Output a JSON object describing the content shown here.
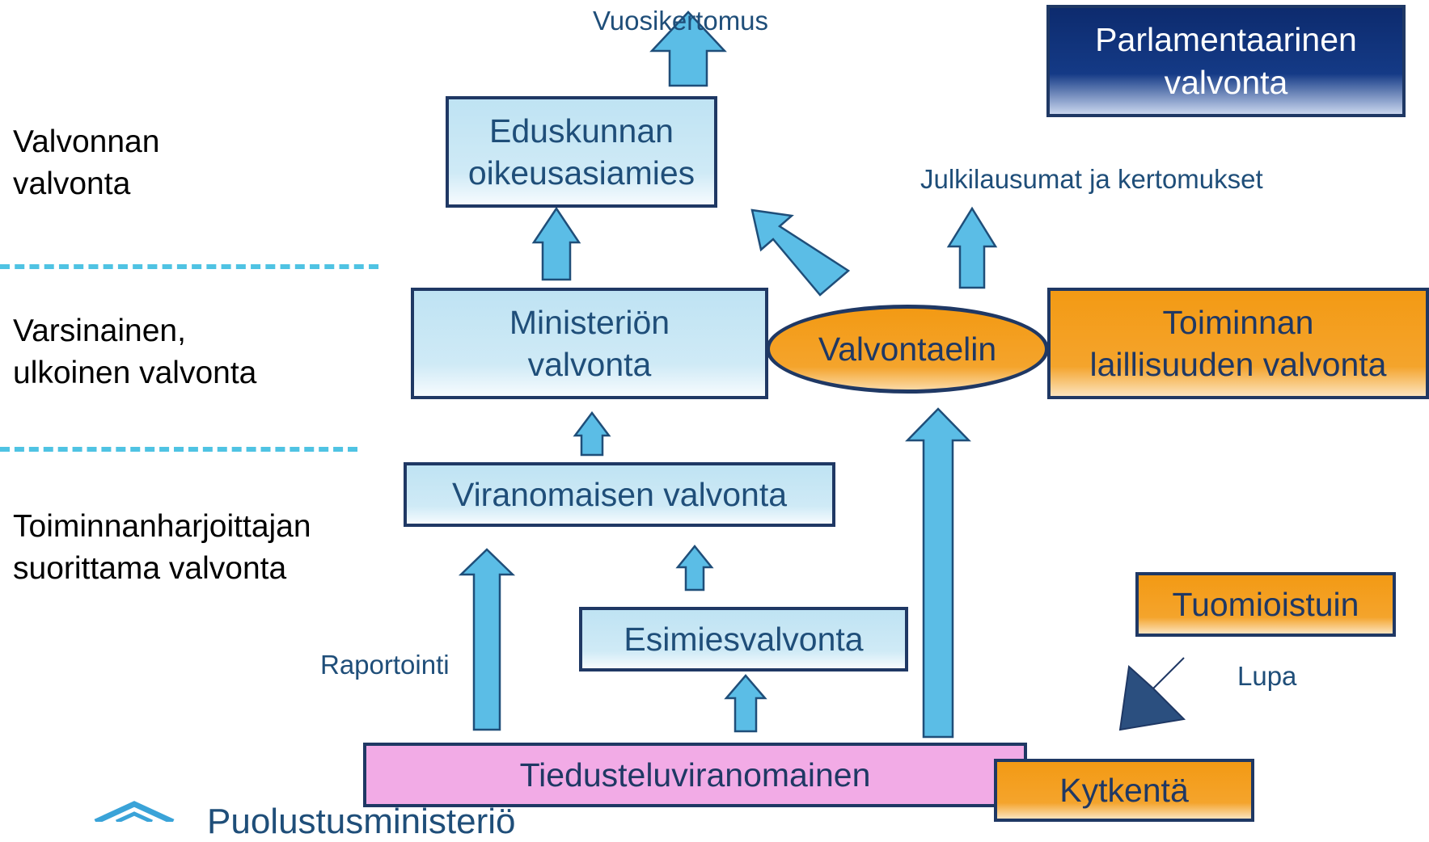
{
  "levels": {
    "top": "Valvonnan\nvalvonta",
    "middle": "Varsinainen,\nulkoinen valvonta",
    "bottom": "Toiminnanharjoittajan\nsuorittama valvonta"
  },
  "nodes": {
    "eduskunta": "Eduskunnan\noikeusasiamies",
    "ministerio": "Ministeriön\nvalvonta",
    "viranomaisen": "Viranomaisen valvonta",
    "esimies": "Esimiesvalvonta",
    "tiedustelu": "Tiedusteluviranomainen",
    "valvontaelin": "Valvontaelin",
    "toiminnan": "Toiminnan\nlaillisuuden valvonta",
    "parlamentaarinen": "Parlamentaarinen\nvalvonta",
    "tuomioistuin": "Tuomioistuin",
    "kytkenta": "Kytkentä"
  },
  "annotations": {
    "vuosikertomus": "Vuosikertomus",
    "julkilausumat": "Julkilausumat ja kertomukset",
    "raportointi": "Raportointi",
    "lupa": "Lupa"
  },
  "footer": {
    "logo_text": "Puolustusministeriö"
  },
  "colors": {
    "arrow_fill": "#5bbde6",
    "arrow_stroke": "#1f4e79",
    "permission_arrow": "#2b4f7f",
    "dashed_line": "#4fc3e3"
  }
}
